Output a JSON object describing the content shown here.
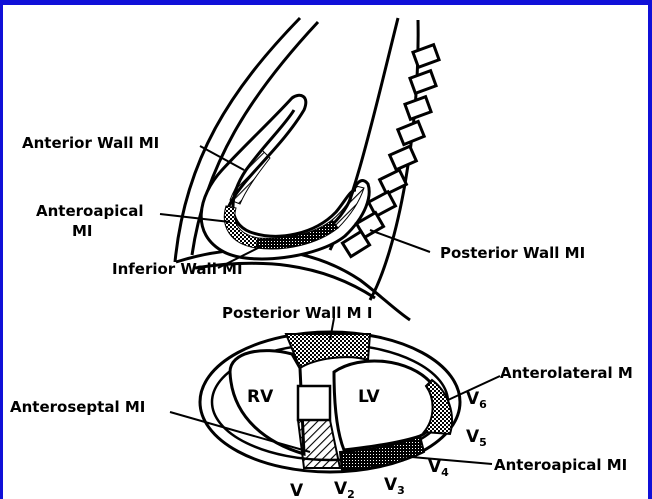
{
  "colors": {
    "frame_blue": "#1010d8",
    "ink": "#000000",
    "paper": "#ffffff"
  },
  "upper_view": {
    "labels": {
      "anterior_wall": "Anterior Wall MI",
      "anteroapical_line1": "Anteroapical",
      "anteroapical_line2": "MI",
      "inferior_wall": "Inferior Wall MI",
      "posterior_wall": "Posterior Wall MI"
    }
  },
  "lower_view": {
    "labels": {
      "posterior_wall": "Posterior Wall M I",
      "anteroseptal": "Anteroseptal MI",
      "anterolateral": "Anterolateral M",
      "anteroapical": "Anteroapical MI",
      "rv": "RV",
      "lv": "LV"
    },
    "leads": {
      "v1": "V",
      "v2": "V",
      "v2_sub": "2",
      "v3": "V",
      "v3_sub": "3",
      "v4": "V",
      "v4_sub": "4",
      "v5": "V",
      "v5_sub": "5",
      "v6": "V",
      "v6_sub": "6"
    }
  }
}
